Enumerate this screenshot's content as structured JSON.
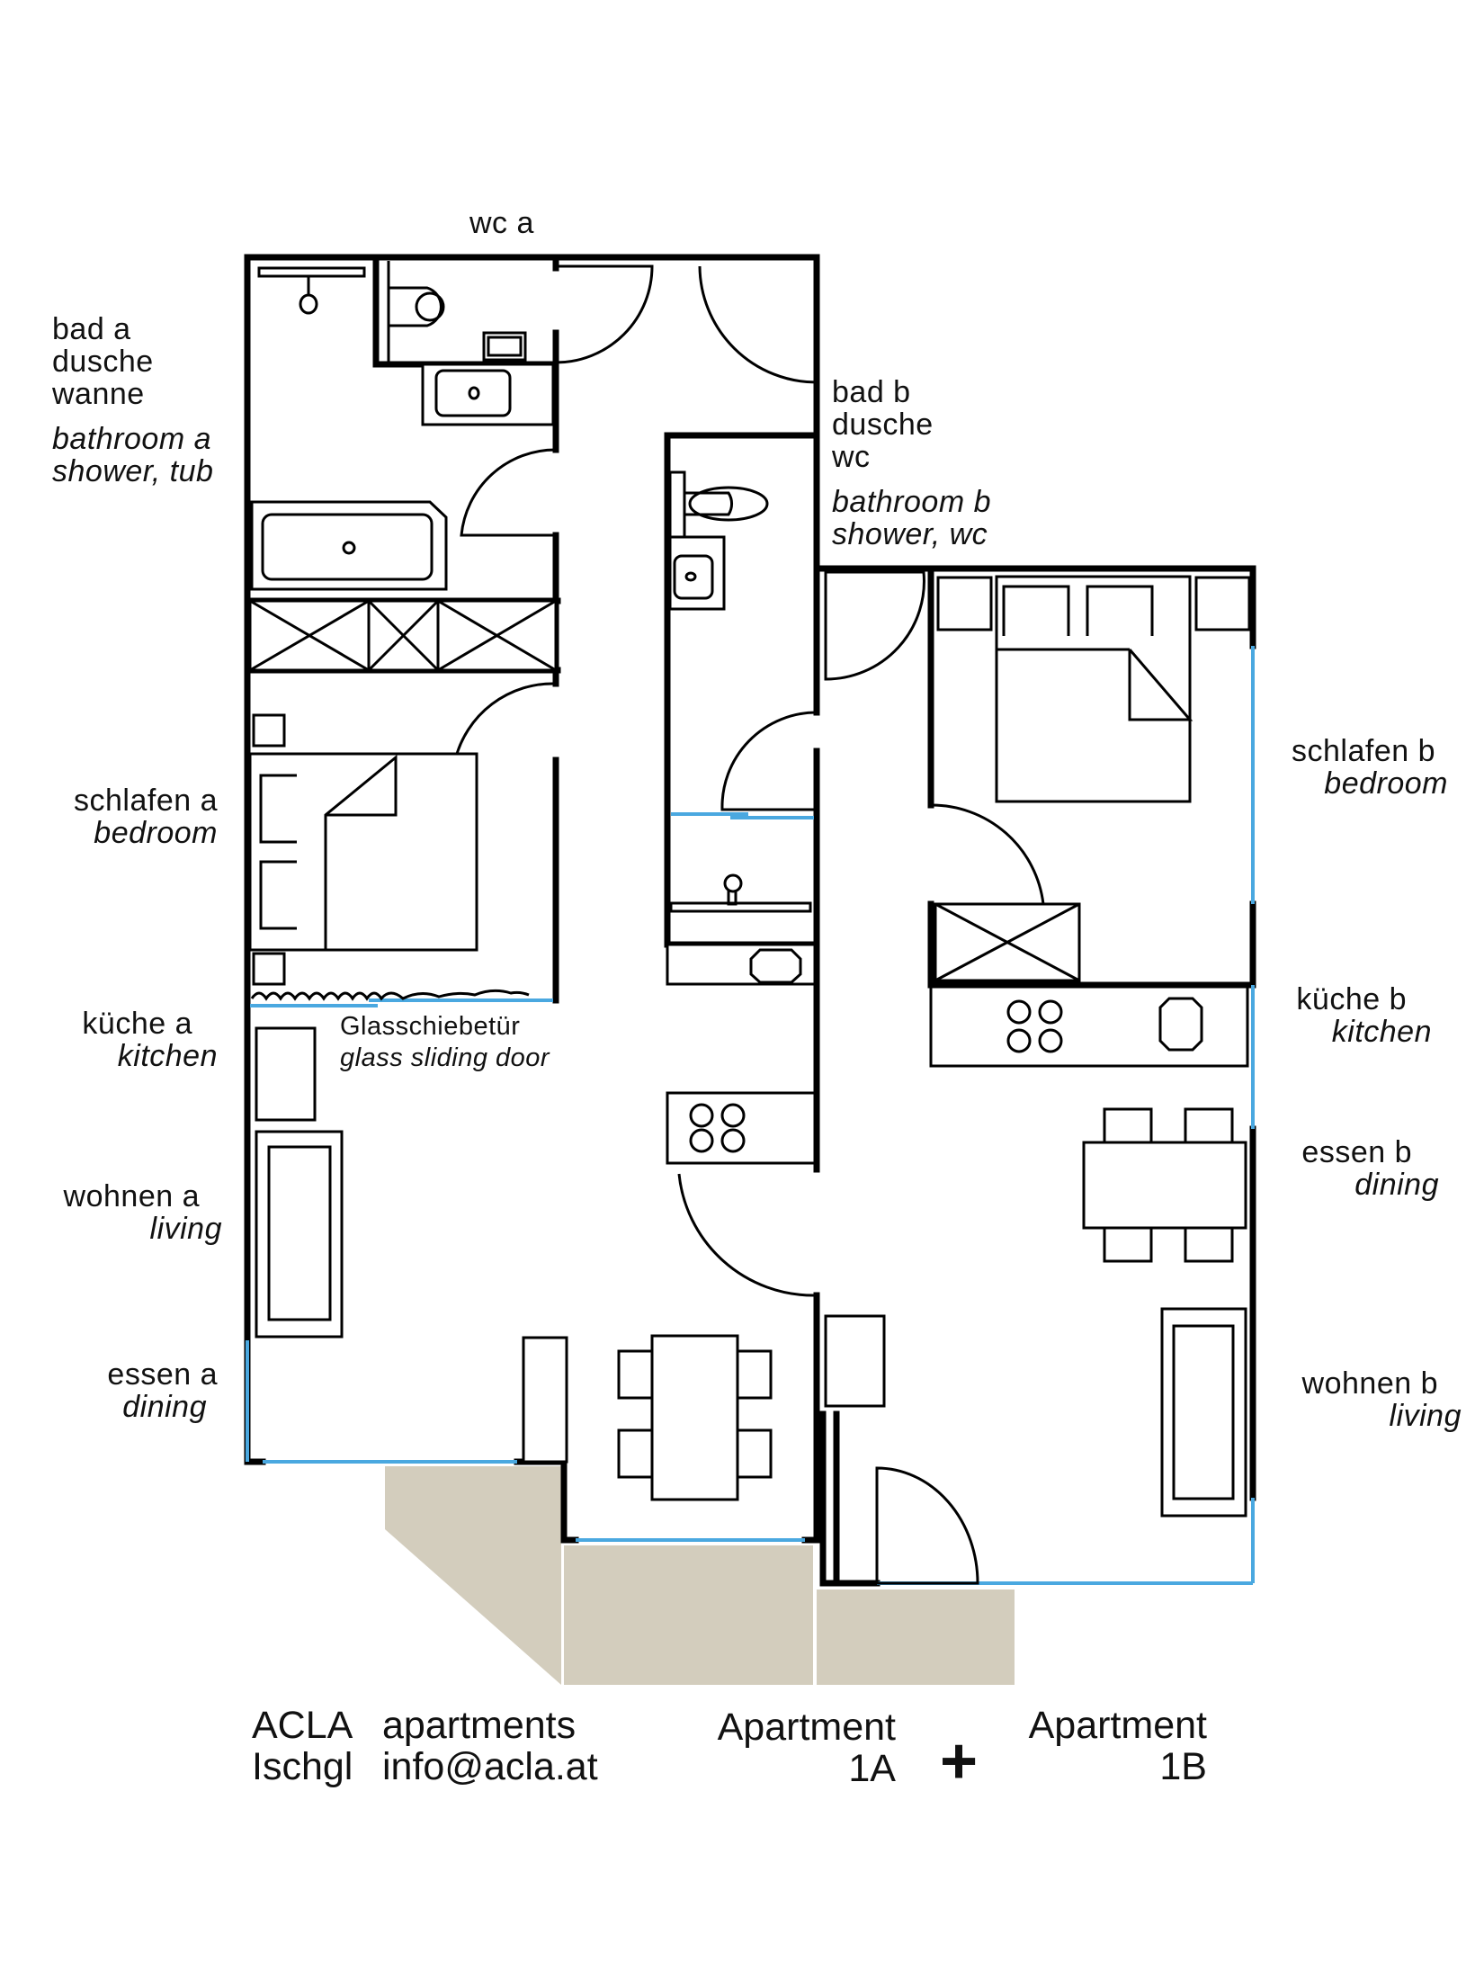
{
  "plan": {
    "colors": {
      "wall": "#000000",
      "glass": "#4aa8e0",
      "terrace": "#d3cdbd",
      "background": "#ffffff"
    }
  },
  "rooms": {
    "wc_a": {
      "de": "wc a"
    },
    "bad_a": {
      "de_lines": [
        "bad a",
        "dusche",
        "wanne"
      ],
      "en_lines": [
        "bathroom a",
        "shower, tub"
      ]
    },
    "bad_b": {
      "de_lines": [
        "bad b",
        "dusche",
        "wc"
      ],
      "en_lines": [
        "bathroom b",
        "shower, wc"
      ]
    },
    "schlafen_a": {
      "de": "schlafen a",
      "en": "bedroom"
    },
    "kueche_a": {
      "de": "küche a",
      "en": "kitchen"
    },
    "glass_door": {
      "de": "Glasschiebetür",
      "en": "glass sliding door"
    },
    "wohnen_a": {
      "de": "wohnen a",
      "en": "living"
    },
    "essen_a": {
      "de": "essen a",
      "en": "dining"
    },
    "schlafen_b": {
      "de": "schlafen b",
      "en": "bedroom"
    },
    "kueche_b": {
      "de": "küche b",
      "en": "kitchen"
    },
    "essen_b": {
      "de": "essen b",
      "en": "dining"
    },
    "wohnen_b": {
      "de": "wohnen b",
      "en": "living"
    }
  },
  "footer": {
    "company_line1": "ACLA",
    "company_line2": "Ischgl",
    "contact_line1": "apartments",
    "contact_line2": "info@acla.at",
    "apartment_a_label": "Apartment",
    "apartment_a_id": "1A",
    "plus_sign": "+",
    "apartment_b_label": "Apartment",
    "apartment_b_id": "1B"
  }
}
